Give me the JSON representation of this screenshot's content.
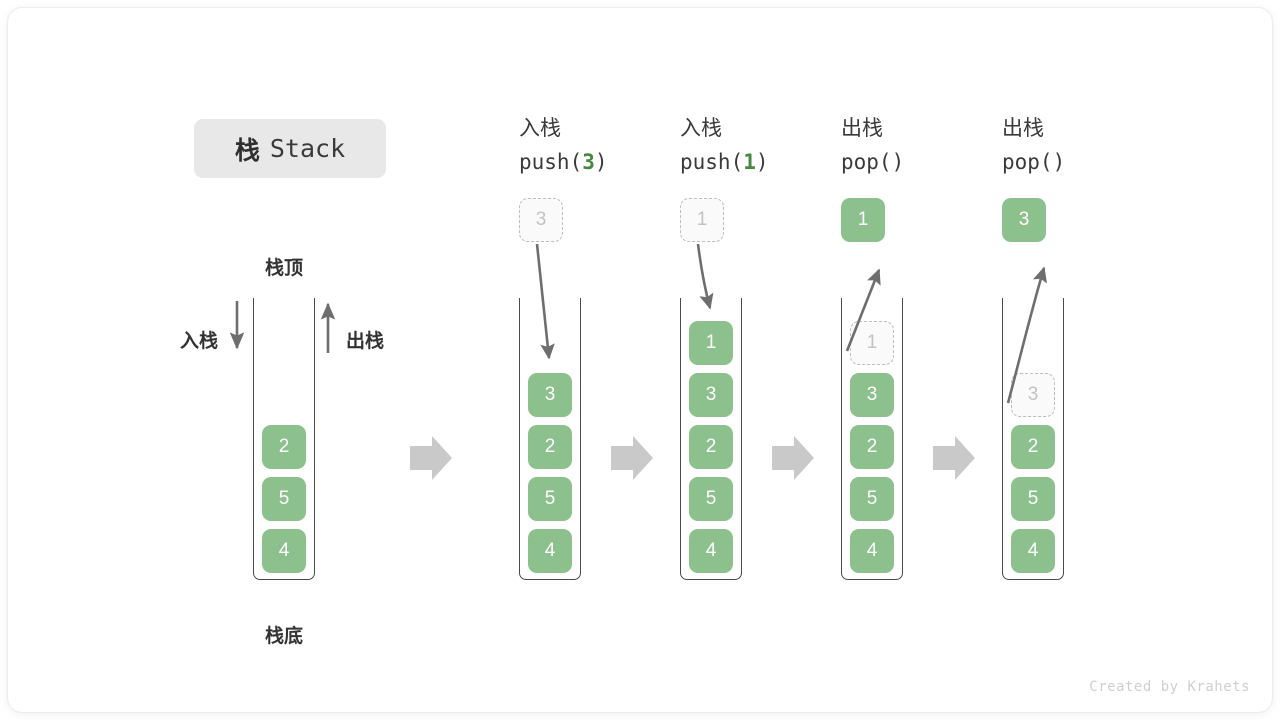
{
  "title": {
    "cn": "栈",
    "en": "Stack"
  },
  "labels": {
    "top": "栈顶",
    "bottom": "栈底",
    "push": "入栈",
    "pop": "出栈"
  },
  "colors": {
    "cell_fill": "#8cc08c",
    "cell_text": "#ffffff",
    "ghost_border": "#bdbdbd",
    "ghost_text": "#c2c2c2",
    "arrow": "#6e6e6e",
    "step_arrow": "#c9c9c9",
    "accent_green": "#46883f",
    "badge_bg": "#e8e8e8"
  },
  "initial_stack": {
    "name": "initial",
    "cells": [
      "2",
      "5",
      "4"
    ]
  },
  "steps": [
    {
      "id": "push-3",
      "head_cn": "入栈",
      "head_code_prefix": "push(",
      "head_code_num": "3",
      "head_code_suffix": ")",
      "floating": {
        "value": "3",
        "style": "ghost"
      },
      "cells": [
        "3",
        "2",
        "5",
        "4"
      ],
      "cell_styles": [
        "filled",
        "filled",
        "filled",
        "filled"
      ],
      "arrow": "down"
    },
    {
      "id": "push-1",
      "head_cn": "入栈",
      "head_code_prefix": "push(",
      "head_code_num": "1",
      "head_code_suffix": ")",
      "floating": {
        "value": "1",
        "style": "ghost"
      },
      "cells": [
        "1",
        "3",
        "2",
        "5",
        "4"
      ],
      "cell_styles": [
        "filled",
        "filled",
        "filled",
        "filled",
        "filled"
      ],
      "arrow": "down"
    },
    {
      "id": "pop-1",
      "head_cn": "出栈",
      "head_code_prefix": "pop(",
      "head_code_num": "",
      "head_code_suffix": ")",
      "floating": {
        "value": "1",
        "style": "filled"
      },
      "cells": [
        "1",
        "3",
        "2",
        "5",
        "4"
      ],
      "cell_styles": [
        "ghost",
        "filled",
        "filled",
        "filled",
        "filled"
      ],
      "arrow": "up"
    },
    {
      "id": "pop-3",
      "head_cn": "出栈",
      "head_code_prefix": "pop(",
      "head_code_num": "",
      "head_code_suffix": ")",
      "floating": {
        "value": "3",
        "style": "filled"
      },
      "cells": [
        "",
        "3",
        "2",
        "5",
        "4"
      ],
      "cell_styles": [
        "none",
        "ghost",
        "filled",
        "filled",
        "filled"
      ],
      "arrow": "up"
    }
  ],
  "credit": "Created by Krahets"
}
